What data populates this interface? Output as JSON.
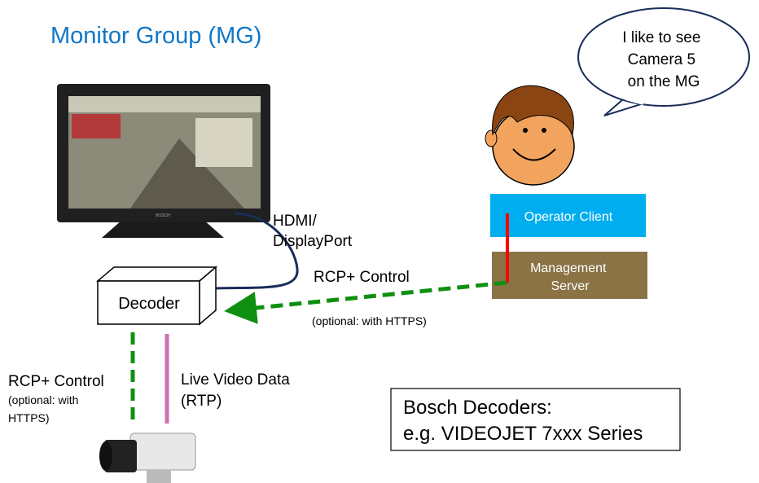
{
  "title": "Monitor Group (MG)",
  "speech": [
    "I like to see",
    "Camera 5",
    "on the MG"
  ],
  "operator_client": "Operator Client",
  "management_server": [
    "Management",
    "Server"
  ],
  "decoder": "Decoder",
  "hdmi": [
    "HDMI/",
    "DisplayPort"
  ],
  "rcp_top": {
    "label": "RCP+ Control",
    "note": "(optional: with HTTPS)"
  },
  "rcp_left": {
    "label": "RCP+ Control",
    "note": [
      "(optional: with",
      "HTTPS)"
    ]
  },
  "live_video": [
    "Live Video Data",
    "(RTP)"
  ],
  "monitor_brand": "BOSCH",
  "info_box": [
    "Bosch Decoders:",
    "e.g. VIDEOJET 7xxx Series"
  ],
  "colors": {
    "title": "#1177c7",
    "operator": "#00aeef",
    "server": "#8b7346",
    "control": "#109010",
    "video": "#d070b0",
    "link": "#ff0000"
  }
}
